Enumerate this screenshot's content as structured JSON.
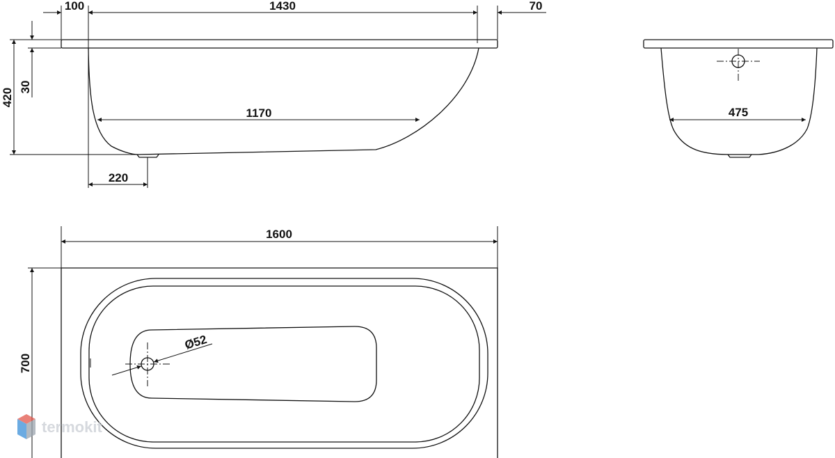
{
  "side_view": {
    "dim_left_offset": "100",
    "dim_inner_length": "1430",
    "dim_right_offset": "70",
    "dim_total_height": "420",
    "dim_rim_height": "30",
    "dim_bottom_length": "1170",
    "dim_drain_offset": "220"
  },
  "end_view": {
    "dim_bottom_width": "475"
  },
  "top_view": {
    "dim_length": "1600",
    "dim_width": "700",
    "dim_drain_diameter": "Ø52"
  },
  "watermark": {
    "text": "termokit",
    "colors": {
      "top": "#e2574c",
      "left": "#3a8fd9",
      "right": "#9aa3ad"
    }
  }
}
